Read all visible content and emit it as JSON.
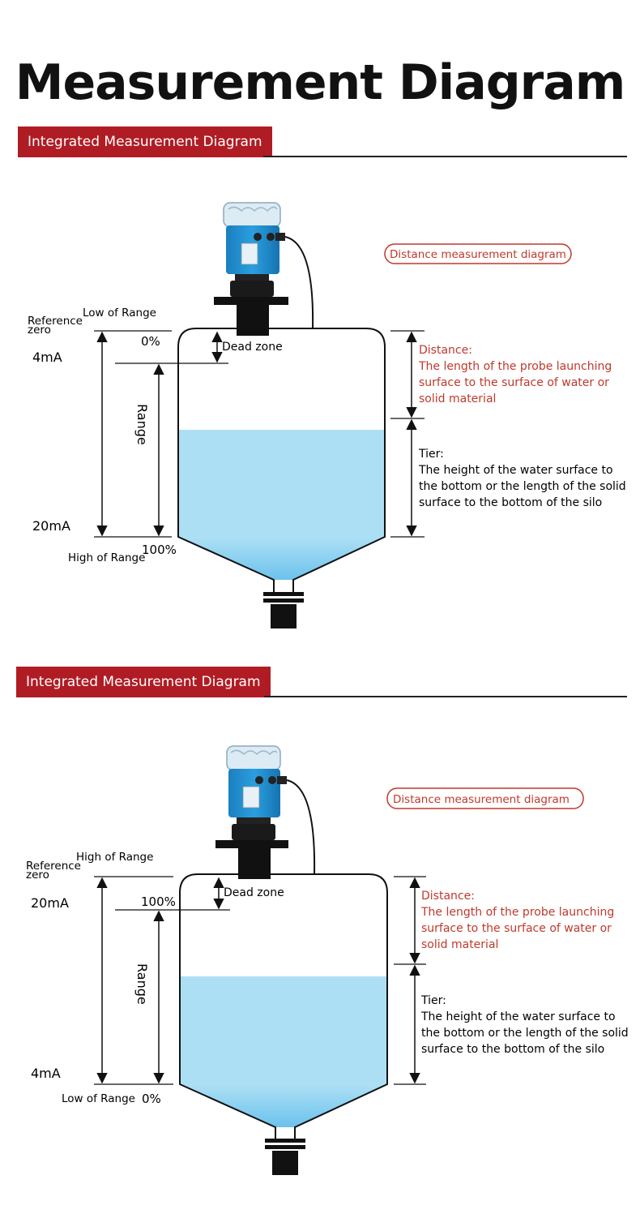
{
  "title": "Measurement Diagram",
  "colors": {
    "accent": "#b01c24",
    "water": "#a8dff3",
    "sensor": "#1e8fd0",
    "annotation_red": "#c0392b"
  },
  "diagrams": [
    {
      "header": "Integrated Measurement Diagram",
      "pill": "Distance measurement diagram",
      "top_label": "Low of Range",
      "reference": [
        "Reference",
        "zero"
      ],
      "top_pct": "0%",
      "top_ma": "4mA",
      "dead_zone": "Dead zone",
      "range": "Range",
      "bottom_ma": "20mA",
      "bottom_label": "High of Range",
      "bottom_pct": "100%",
      "distance_title": "Distance:",
      "distance_lines": [
        "The length of the probe launching",
        "surface to the surface of water or",
        "solid material"
      ],
      "tier_title": "Tier:",
      "tier_lines": [
        "The height of the water surface to",
        "the bottom or the length of the solid",
        "surface to the bottom of the silo"
      ]
    },
    {
      "header": "Integrated Measurement Diagram",
      "pill": "Distance measurement diagram",
      "top_label": "High of Range",
      "reference": [
        "Reference",
        "zero"
      ],
      "top_pct": "100%",
      "top_ma": "20mA",
      "dead_zone": "Dead zone",
      "range": "Range",
      "bottom_ma": "4mA",
      "bottom_label": "Low of Range",
      "bottom_pct": "0%",
      "distance_title": "Distance:",
      "distance_lines": [
        "The length of the probe launching",
        "surface to the surface of water or",
        "solid material"
      ],
      "tier_title": "Tier:",
      "tier_lines": [
        "The height of the water surface to",
        "the bottom or the length of the solid",
        "surface to the bottom of the silo"
      ]
    }
  ]
}
